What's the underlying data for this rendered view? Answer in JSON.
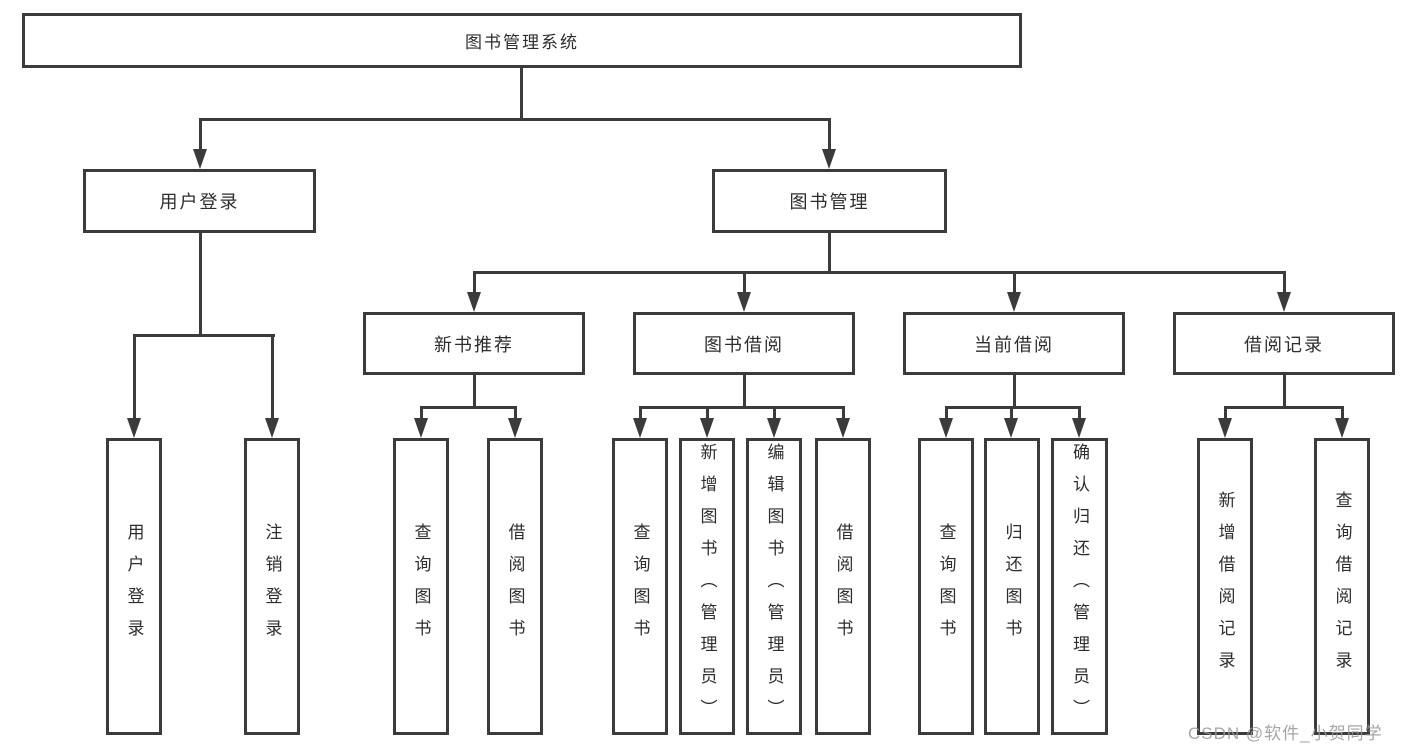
{
  "diagram": {
    "title": "图书管理系统",
    "type": "hierarchy-tree",
    "root": "图书管理系统",
    "level2": [
      "用户登录",
      "图书管理"
    ],
    "level3": [
      "新书推荐",
      "图书借阅",
      "当前借阅",
      "借阅记录"
    ],
    "leaves": {
      "user_login": [
        "用户登录",
        "注销登录"
      ],
      "new_book_recommend": [
        "查询图书",
        "借阅图书"
      ],
      "book_borrow": [
        "查询图书",
        "新增图书（管理员）",
        "编辑图书（管理员）",
        "借阅图书"
      ],
      "current_borrow": [
        "查询图书",
        "归还图书",
        "确认归还（管理员）"
      ],
      "borrow_records": [
        "新增借阅记录",
        "查询借阅记录"
      ]
    },
    "colors": {
      "line": "#3b3b3b",
      "text": "#2d2d2d",
      "watermark": "#9a9a9a",
      "background": "#ffffff"
    },
    "watermark": "CSDN @软件_小贺同学"
  }
}
